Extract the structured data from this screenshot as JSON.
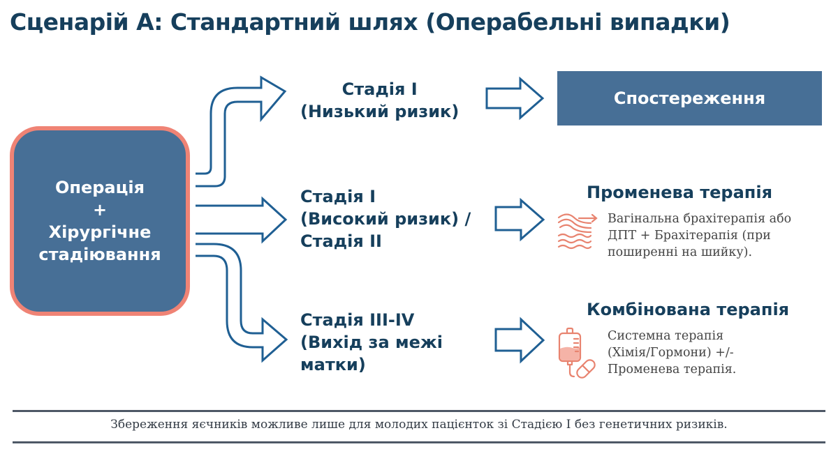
{
  "title": "Сценарій А: Стандартний шлях (Операбельні випадки)",
  "main_box": {
    "lines": [
      "Операція",
      "+",
      "Хірургічне",
      "стадіювання"
    ]
  },
  "stages": [
    {
      "lines": [
        "Стадія I",
        "(Низький ризик)"
      ]
    },
    {
      "lines": [
        "Стадія I",
        "(Високий ризик) /",
        "Стадія II"
      ]
    },
    {
      "lines": [
        "Стадія III-IV",
        "(Вихід за межі",
        "матки)"
      ]
    }
  ],
  "results": {
    "observation": {
      "label": "Спостереження"
    },
    "radiation": {
      "title": "Променева терапія",
      "icon": "radiation-waves-icon",
      "desc": [
        "Вагінальна брахітерапія або",
        "ДПТ + Брахітерапія (при",
        "поширенні на шийку)."
      ]
    },
    "combined": {
      "title": "Комбінована терапія",
      "icon": "iv-bag-pill-icon",
      "desc": [
        "Системна терапія",
        "(Хімія/Гормони) +/-",
        "Променева терапія."
      ]
    }
  },
  "footer": {
    "note": "Збереження яєчників можливе лише для молодих пацієнток зі Стадією I без генетичних ризиків."
  },
  "colors": {
    "title": "#163f5c",
    "box_fill": "#476f96",
    "box_border": "#ef8375",
    "arrow": "#1f5f93",
    "icon": "#e8836f",
    "footer_line": "#4e5866"
  }
}
